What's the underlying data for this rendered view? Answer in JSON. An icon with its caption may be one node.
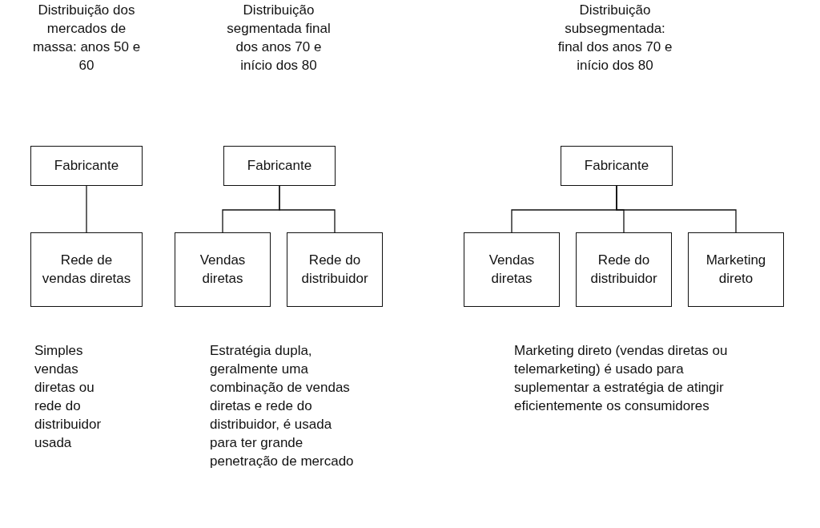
{
  "diagram": {
    "nodes": [
      {
        "text": [
          "Fabricante"
        ]
      },
      {
        "text": [
          "Rede de vendas diretas"
        ]
      },
      {
        "text": [
          "Fabricante"
        ]
      },
      {
        "text": [
          "Vendas diretas"
        ]
      },
      {
        "text": [
          "Rede do distribuidor"
        ]
      },
      {
        "text": [
          "Fabricante"
        ]
      },
      {
        "text": [
          "Vendas diretas"
        ]
      },
      {
        "text": [
          "Rede do distribuidor"
        ]
      },
      {
        "text": [
          "Marketing direto"
        ]
      }
    ],
    "edges": [
      {
        "from": 0,
        "to": 1,
        "arrow": "none"
      },
      {
        "from": 2,
        "to": 3,
        "arrow": "none"
      },
      {
        "from": 2,
        "to": 4,
        "arrow": "none"
      },
      {
        "from": 5,
        "to": 6,
        "arrow": "none"
      },
      {
        "from": 5,
        "to": 7,
        "arrow": "none"
      },
      {
        "from": 5,
        "to": 8,
        "arrow": "none"
      }
    ],
    "labels": [
      "Distribuição dos mercados de massa: anos 50 e 60",
      "Distribuição segmentada final dos anos 70 e início dos 80",
      "Distribuição subsegmentada: final dos anos 70 e início dos 80",
      "Simples vendas diretas ou rede do distribuidor usada",
      "Estratégia dupla, geralmente uma combinação de vendas diretas e rede do distribuidor, é usada para ter grande penetração de mercado",
      "Marketing direto (vendas diretas ou telemarketing) é usado para suplementar a estratégia de atingir eficientemente os consumidores"
    ]
  }
}
